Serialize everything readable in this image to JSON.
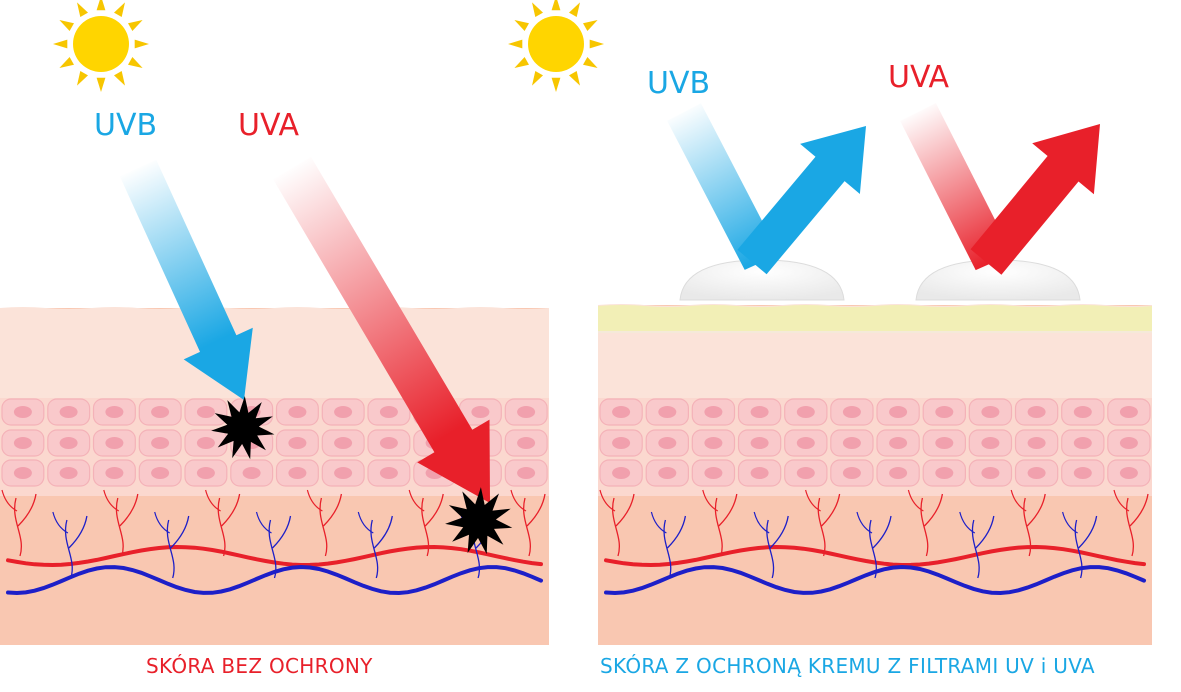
{
  "left_panel": {
    "uvb_label": "UVB",
    "uva_label": "UVA",
    "caption": "SKÓRA BEZ OCHRONY"
  },
  "right_panel": {
    "uvb_label": "UVB",
    "uva_label": "UVA",
    "caption": "SKÓRA Z OCHRONĄ KREMU Z FILTRAMI UV i UVA"
  },
  "colors": {
    "uvb": "#1aa7e4",
    "uva": "#e8202a",
    "sun": "#ffd500",
    "sun_rays": "#f7c600",
    "epidermis_top": "#fbe3d9",
    "skin_base": "#f9c7b1",
    "cell_fill": "#f9c9cb",
    "cell_nucleus": "#f1a0ad",
    "sunscreen_layer": "#f2efb6",
    "vein_red": "#e8202a",
    "vein_blue": "#1d1fc8",
    "damage": "#000000"
  },
  "icons": [
    "sun-icon",
    "damage-burst-icon"
  ]
}
